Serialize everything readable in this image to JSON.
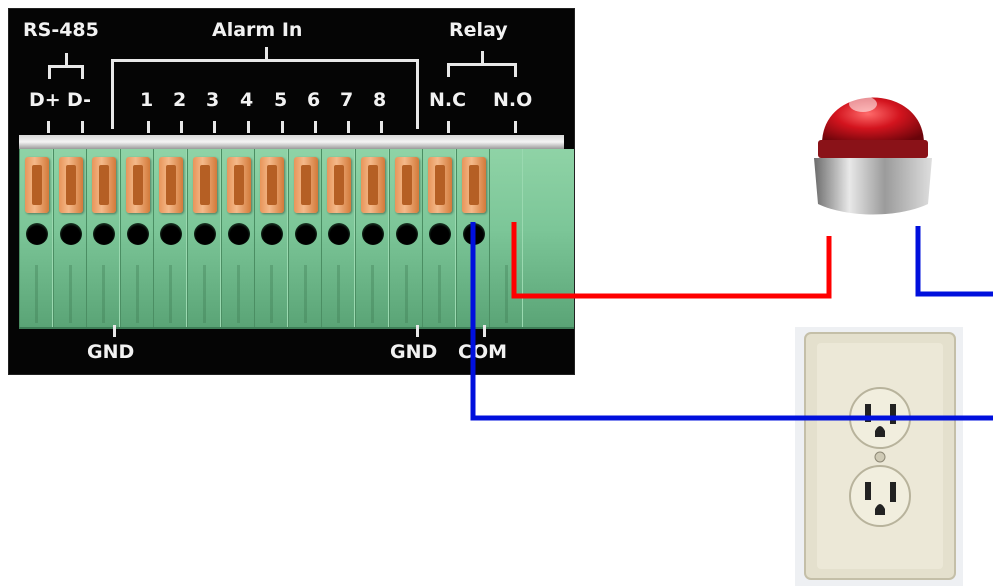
{
  "labels": {
    "rs485": "RS-485",
    "d_plus": "D+",
    "d_minus": "D-",
    "alarm_in": "Alarm In",
    "relay": "Relay",
    "nc": "N.C",
    "no": "N.O",
    "gnd_left": "GND",
    "gnd_right": "GND",
    "com": "COM"
  },
  "alarm_inputs": [
    "1",
    "2",
    "3",
    "4",
    "5",
    "6",
    "7",
    "8"
  ],
  "colors": {
    "wire_red": "#ff0000",
    "wire_blue": "#0010dd",
    "terminal_green": "#7cc698",
    "lever_orange": "#e8955a",
    "lamp_red": "#c0101a",
    "outlet_ivory": "#e6e1cf"
  },
  "components": {
    "terminal_count": 15,
    "lamp": "beacon-lamp",
    "outlet": "duplex-wall-outlet"
  }
}
